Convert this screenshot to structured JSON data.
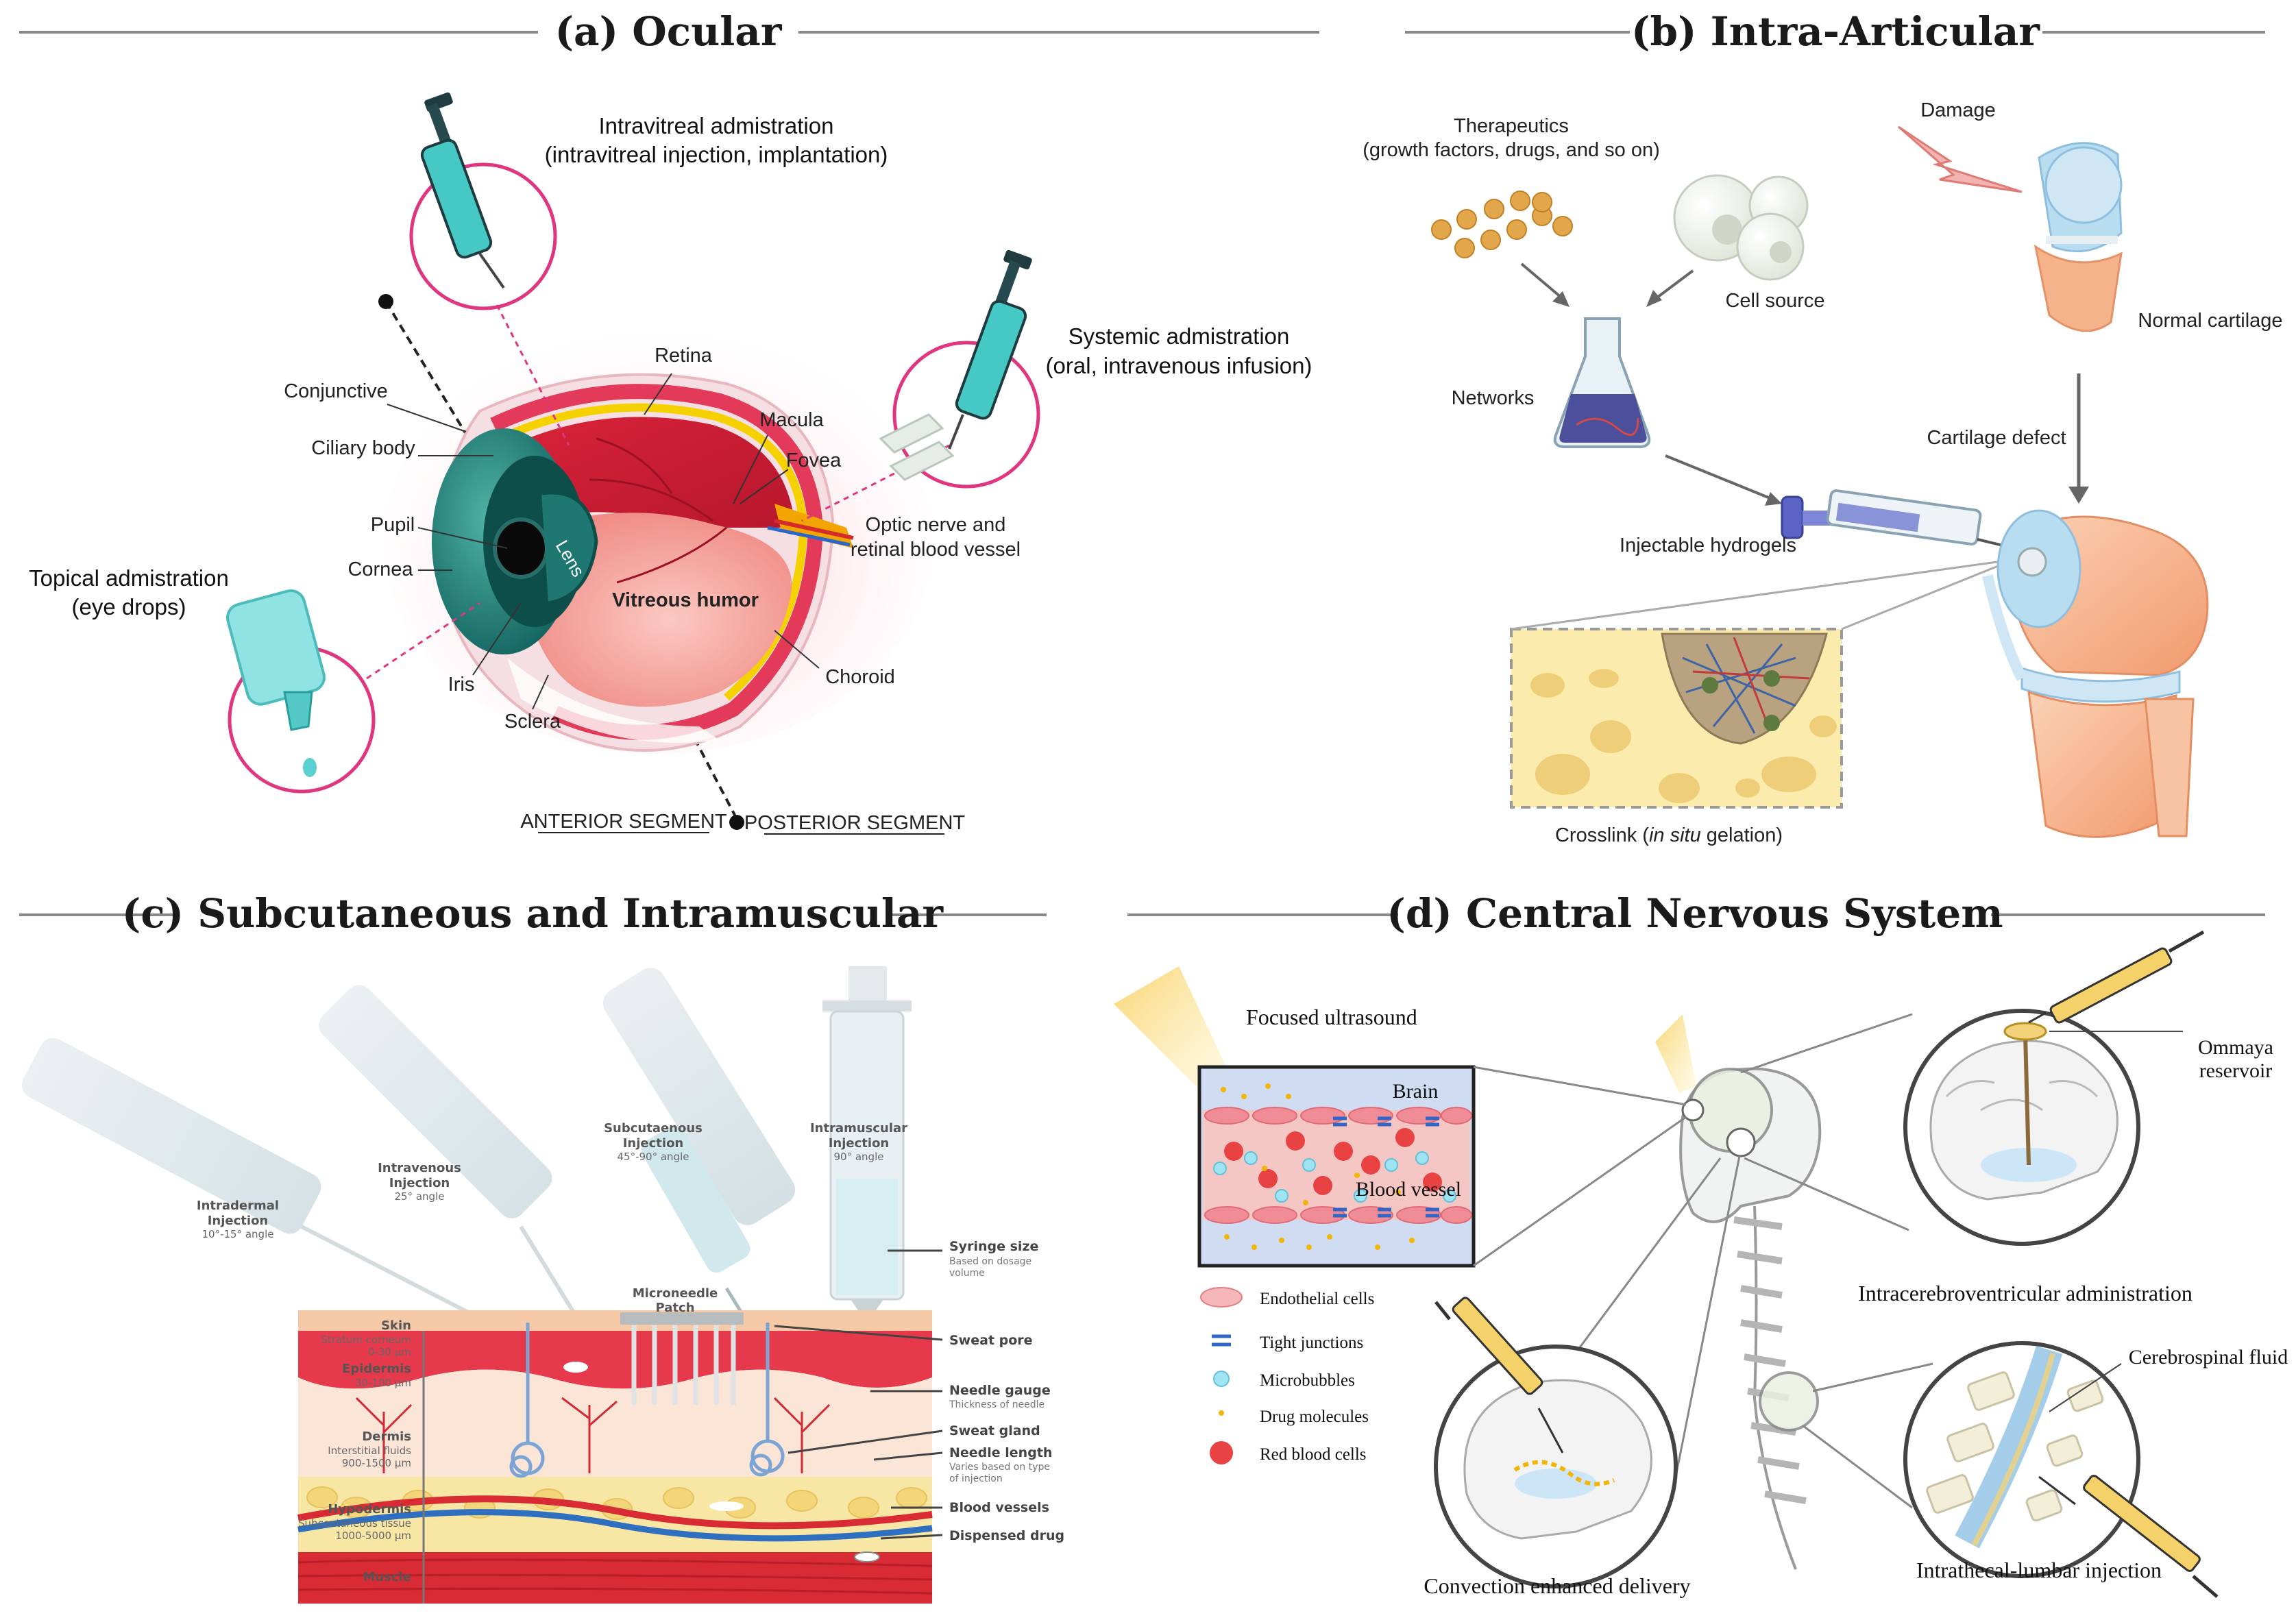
{
  "sections": {
    "a": {
      "title": "(a) Ocular",
      "intravitreal_title": "Intravitreal admistration",
      "intravitreal_sub": "(intravitreal injection, implantation)",
      "systemic_title": "Systemic admistration",
      "systemic_sub": "(oral, intravenous infusion)",
      "topical_title": "Topical admistration",
      "topical_sub": "(eye drops)",
      "labels": {
        "retina": "Retina",
        "conjunctive": "Conjunctive",
        "ciliary_body": "Ciliary body",
        "macula": "Macula",
        "fovea": "Fovea",
        "pupil": "Pupil",
        "lens": "Lens",
        "cornea": "Cornea",
        "optic_nerve_1": "Optic nerve and",
        "optic_nerve_2": "retinal blood vessel",
        "vitreous": "Vitreous humor",
        "iris": "Iris",
        "choroid": "Choroid",
        "sclera": "Sclera",
        "anterior": "ANTERIOR SEGMENT",
        "posterior": "POSTERIOR SEGMENT"
      }
    },
    "b": {
      "title": "(b) Intra-Articular",
      "therapeutics_1": "Therapeutics",
      "therapeutics_2": "(growth factors, drugs, and so on)",
      "damage": "Damage",
      "cell_source": "Cell source",
      "normal_cartilage": "Normal cartilage",
      "networks": "Networks",
      "cartilage_defect": "Cartilage defect",
      "injectable": "Injectable hydrogels",
      "crosslink_a": "Crosslink (",
      "crosslink_b": "in situ",
      "crosslink_c": " gelation)"
    },
    "c": {
      "title": "(c) Subcutaneous and Intramuscular",
      "injections": {
        "intradermal": [
          "Intradermal",
          "Injection",
          "10°-15° angle"
        ],
        "intravenous": [
          "Intravenous",
          "Injection",
          "25° angle"
        ],
        "subcutaneous": [
          "Subcutaenous",
          "Injection",
          "45°-90° angle"
        ],
        "intramuscular": [
          "Intramuscular",
          "Injection",
          "90° angle"
        ]
      },
      "microneedle": [
        "Microneedle",
        "Patch"
      ],
      "layers": {
        "skin": [
          "Skin",
          "Stratum corneum",
          "0-30 μm"
        ],
        "epidermis": [
          "Epidermis",
          "30-100 μm"
        ],
        "dermis": [
          "Dermis",
          "Interstitial fluids",
          "900-1500 μm"
        ],
        "hypodermis": [
          "Hypodermis",
          "Subcontaneous tissue",
          "1000-5000 μm"
        ],
        "muscle": [
          "Muscle"
        ]
      },
      "right_labels": {
        "syringe": [
          "Syringe size",
          "Based on dosage",
          "volume"
        ],
        "sweat_pore": [
          "Sweat pore"
        ],
        "needle_gauge": [
          "Needle gauge",
          "Thickness of needle"
        ],
        "sweat_gland": [
          "Sweat gland"
        ],
        "needle_length": [
          "Needle length",
          "Varies based on type",
          "of injection"
        ],
        "blood_vessels": [
          "Blood vessels"
        ],
        "dispensed": [
          "Dispensed drug"
        ]
      }
    },
    "d": {
      "title": "(d) Central Nervous System",
      "focused_ultrasound": "Focused ultrasound",
      "brain": "Brain",
      "blood_vessel": "Blood vessel",
      "legend": [
        "Endothelial cells",
        "Tight junctions",
        "Microbubbles",
        "Drug molecules",
        "Red blood cells"
      ],
      "ommaya_1": "Ommaya",
      "ommaya_2": "reservoir",
      "icv": "Intracerebroventricular administration",
      "csf": "Cerebrospinal fluid",
      "ced": "Convection enhanced delivery",
      "lumbar": "Intrathecal-lumbar injection"
    }
  },
  "colors": {
    "magenta_ring": "#e0357f",
    "teal_syringe": "#3fc3c0",
    "orange_knee": "#f5a77d",
    "blue_knee": "#a9d3ee",
    "skin_red": "#e63a47",
    "ultrasound": "#f8d36b"
  }
}
